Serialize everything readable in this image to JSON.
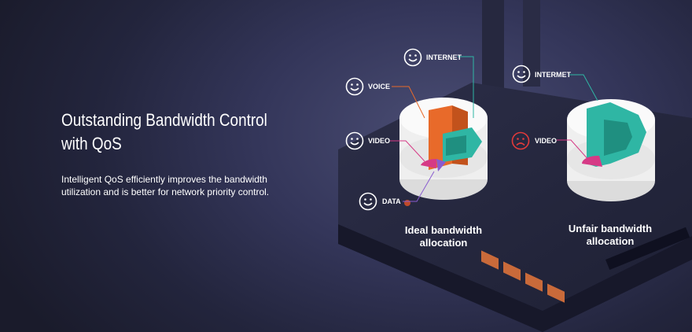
{
  "headline": {
    "line1": "Outstanding Bandwidth Control",
    "line2": "with QoS"
  },
  "description": {
    "line1": "Intelligent QoS efficiently improves the bandwidth",
    "line2": "utilization and is better for network priority control."
  },
  "ideal": {
    "caption_line1": "Ideal bandwidth",
    "caption_line2": "allocation",
    "labels": {
      "internet": "INTERNET",
      "voice": "VOICE",
      "video": "VIDEO",
      "data": "DATA"
    },
    "faces": {
      "internet": "happy-icon",
      "voice": "happy-icon",
      "video": "happy-icon",
      "data": "happy-icon"
    }
  },
  "unfair": {
    "caption_line1": "Unfair bandwidth",
    "caption_line2": "allocation",
    "labels": {
      "internet": "INTERMET",
      "video": "VIDEO"
    },
    "faces": {
      "internet": "happy-icon",
      "video": "sad-icon"
    }
  },
  "colors": {
    "background": "#2a2c47",
    "internet": "#2fb6a4",
    "voice": "#e86a2a",
    "video": "#d63a86",
    "data": "#8a5cd0",
    "sad_face": "#e23a3a",
    "cylinder": "#f2f2f2"
  }
}
